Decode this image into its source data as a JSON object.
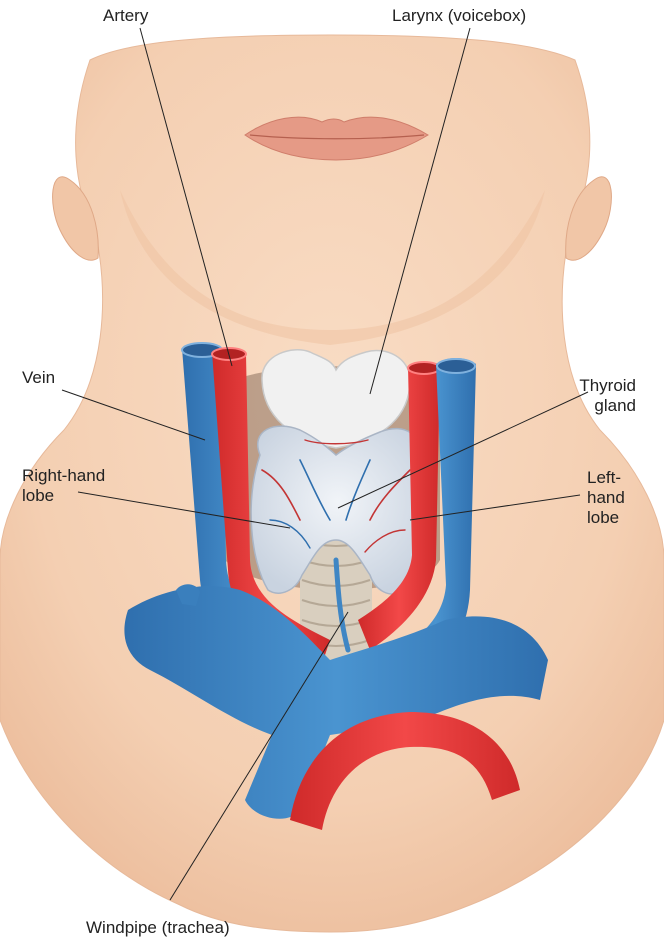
{
  "labels": {
    "artery": "Artery",
    "larynx": "Larynx (voicebox)",
    "vein": "Vein",
    "thyroid_line1": "Thyroid",
    "thyroid_line2": "gland",
    "right_lobe_line1": "Right-hand",
    "right_lobe_line2": "lobe",
    "left_lobe_line1": "Left-",
    "left_lobe_line2": "hand",
    "left_lobe_line3": "lobe",
    "windpipe": "Windpipe (trachea)"
  },
  "colors": {
    "skin": "#f6d3b8",
    "skin_shadow": "#e9b898",
    "lips": "#e59a86",
    "vein": "#3f86c4",
    "artery": "#e63a3a",
    "thyroid": "#dfe5ee",
    "larynx": "#f1f1f1",
    "trachea": "#d9cfbf"
  }
}
